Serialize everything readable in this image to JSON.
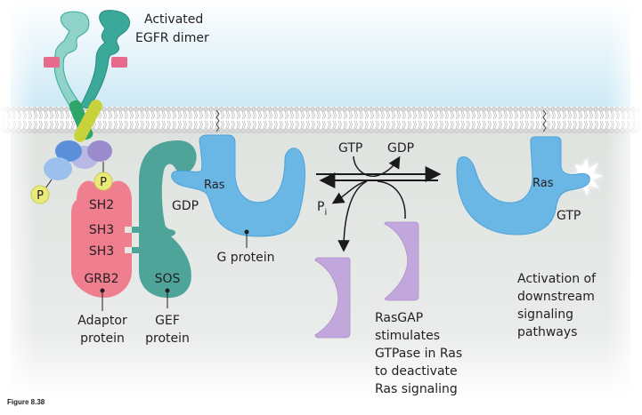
{
  "figure": {
    "caption": "Figure 8.38",
    "colors": {
      "extracellular_top": "#ffffff",
      "extracellular_bottom": "#cde9f5",
      "cytoplasm": "#dfe3df",
      "membrane": "#c9cbc9",
      "egfr_light": "#8fd3c8",
      "egfr_dark": "#3aa99a",
      "ligand": "#e8698a",
      "tm_yellow": "#c8d23a",
      "tm_green": "#2fa56a",
      "kinase_blue": "#5b8fd8",
      "kinase_lightblue": "#9cc0ee",
      "kinase_lavender": "#b7b8e6",
      "kinase_purple": "#9a8ccc",
      "phosphate": "#e9ea7a",
      "grb2": "#ef7f8f",
      "sos": "#4fa49a",
      "ras": "#6ab7e6",
      "rasgap": "#c2a7dc",
      "arrow": "#1a1a1a"
    }
  },
  "labels": {
    "egfr": [
      "Activated",
      "EGFR dimer"
    ],
    "phosphate": "P",
    "sh2": "SH2",
    "sh3_a": "SH3",
    "sh3_b": "SH3",
    "grb2": "GRB2",
    "sos": "SOS",
    "adaptor": [
      "Adaptor",
      "protein"
    ],
    "gef": [
      "GEF",
      "protein"
    ],
    "ras_left": "Ras",
    "gdp_bound": "GDP",
    "g_protein": "G protein",
    "gtp_in": "GTP",
    "gdp_out": "GDP",
    "pi": "P",
    "pi_sub": "i",
    "ras_right": "Ras",
    "gtp_bound": "GTP",
    "rasgap": [
      "RasGAP",
      "stimulates",
      "GTPase in Ras",
      "to deactivate",
      "Ras signaling"
    ],
    "downstream": [
      "Activation of",
      "downstream",
      "signaling",
      "pathways"
    ]
  }
}
